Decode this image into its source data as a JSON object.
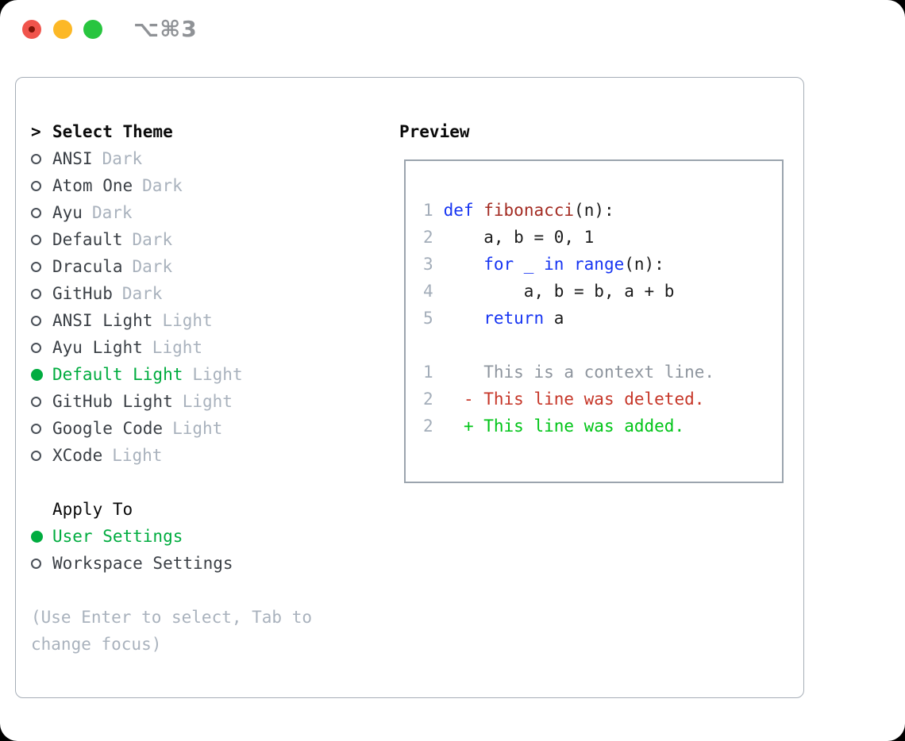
{
  "window": {
    "title": "⌥⌘3"
  },
  "colors": {
    "accent_green": "#00ac3f",
    "keyword_blue": "#1634f2",
    "function_red": "#a32b22",
    "deleted_red": "#c63628",
    "added_green": "#00c417",
    "muted_gray": "#a9b2bd",
    "traffic_red": "#f0544c",
    "traffic_yellow": "#fcb826",
    "traffic_green": "#28c53f"
  },
  "theme_selector": {
    "caret": ">",
    "heading": "Select Theme",
    "items": [
      {
        "name": "ANSI",
        "tag": "Dark",
        "selected": false
      },
      {
        "name": "Atom One",
        "tag": "Dark",
        "selected": false
      },
      {
        "name": "Ayu",
        "tag": "Dark",
        "selected": false
      },
      {
        "name": "Default",
        "tag": "Dark",
        "selected": false
      },
      {
        "name": "Dracula",
        "tag": "Dark",
        "selected": false
      },
      {
        "name": "GitHub",
        "tag": "Dark",
        "selected": false
      },
      {
        "name": "ANSI Light",
        "tag": "Light",
        "selected": false
      },
      {
        "name": "Ayu Light",
        "tag": "Light",
        "selected": false
      },
      {
        "name": "Default Light",
        "tag": "Light",
        "selected": true
      },
      {
        "name": "GitHub Light",
        "tag": "Light",
        "selected": false
      },
      {
        "name": "Google Code",
        "tag": "Light",
        "selected": false
      },
      {
        "name": "XCode",
        "tag": "Light",
        "selected": false
      }
    ]
  },
  "apply_to": {
    "heading": "Apply To",
    "options": [
      {
        "name": "User Settings",
        "selected": true
      },
      {
        "name": "Workspace Settings",
        "selected": false
      }
    ]
  },
  "hint": "(Use Enter to select, Tab to change focus)",
  "preview": {
    "heading": "Preview",
    "lines": [
      {
        "num": "1",
        "segments": [
          [
            "def",
            "kw"
          ],
          [
            " ",
            "plain"
          ],
          [
            "fibonacci",
            "fn"
          ],
          [
            "(n):",
            "plain"
          ]
        ]
      },
      {
        "num": "2",
        "segments": [
          [
            "    a, b = 0, 1",
            "plain"
          ]
        ]
      },
      {
        "num": "3",
        "segments": [
          [
            "    ",
            "plain"
          ],
          [
            "for _ in range",
            "kw"
          ],
          [
            "(n):",
            "plain"
          ]
        ]
      },
      {
        "num": "4",
        "segments": [
          [
            "        a, b = b, a + b",
            "plain"
          ]
        ]
      },
      {
        "num": "5",
        "segments": [
          [
            "    ",
            "plain"
          ],
          [
            "return",
            "kw"
          ],
          [
            " a",
            "plain"
          ]
        ]
      },
      {
        "blank": true
      },
      {
        "num": "1",
        "segments": [
          [
            "    This is a context line.",
            "ctx"
          ]
        ]
      },
      {
        "num": "2",
        "segments": [
          [
            "  - This line was deleted.",
            "del"
          ]
        ]
      },
      {
        "num": "2",
        "segments": [
          [
            "  + This line was added.",
            "add"
          ]
        ]
      }
    ]
  }
}
